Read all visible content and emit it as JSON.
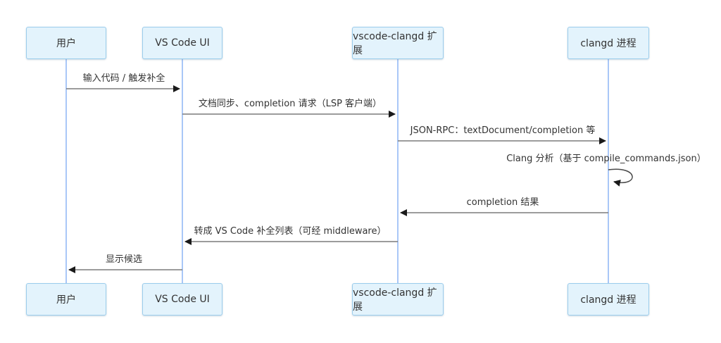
{
  "diagram": {
    "type": "sequence-diagram",
    "actors": [
      {
        "id": "user",
        "label": "用户"
      },
      {
        "id": "vscode-ui",
        "label": "VS Code UI"
      },
      {
        "id": "vscode-clangd-extension",
        "label": "vscode-clangd 扩展"
      },
      {
        "id": "clangd-process",
        "label": "clangd 进程"
      }
    ],
    "messages": [
      {
        "from": "用户",
        "to": "VS Code UI",
        "direction": "right",
        "label": "输入代码 / 触发补全"
      },
      {
        "from": "VS Code UI",
        "to": "vscode-clangd 扩展",
        "direction": "right",
        "label": "文档同步、completion 请求（LSP 客户端）"
      },
      {
        "from": "vscode-clangd 扩展",
        "to": "clangd 进程",
        "direction": "right",
        "label": "JSON-RPC：textDocument/completion 等"
      },
      {
        "from": "clangd 进程",
        "to": "clangd 进程",
        "direction": "self",
        "label": "Clang 分析（基于 compile_commands.json）"
      },
      {
        "from": "clangd 进程",
        "to": "vscode-clangd 扩展",
        "direction": "left",
        "label": "completion 结果"
      },
      {
        "from": "vscode-clangd 扩展",
        "to": "VS Code UI",
        "direction": "left",
        "label": "转成 VS Code 补全列表（可经 middleware）"
      },
      {
        "from": "VS Code UI",
        "to": "用户",
        "direction": "left",
        "label": "显示候选"
      }
    ],
    "colors": {
      "background": "#ffffff",
      "actor_fill": "#e3f3fc",
      "actor_border": "#9bcdec",
      "lifeline": "#a9c7f7",
      "message_line": "#7c7c7c",
      "arrowhead": "#1a1a1a",
      "text": "#333333"
    }
  }
}
